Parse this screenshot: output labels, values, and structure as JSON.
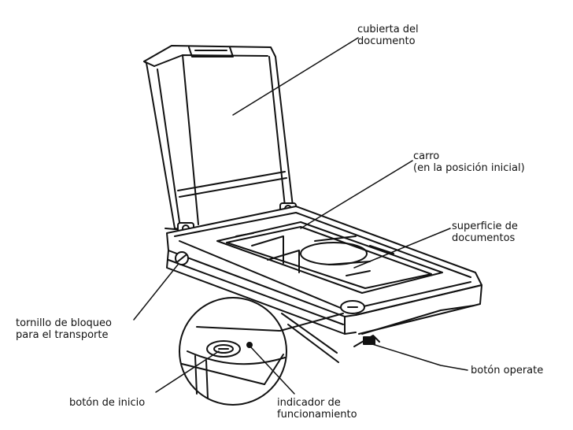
{
  "labels": {
    "document_cover": [
      "cubierta del",
      "documento"
    ],
    "carriage": [
      "carro",
      "(en la posición inicial)"
    ],
    "document_surface": [
      "superficie de",
      "documentos"
    ],
    "transport_lock_screw": [
      "tornillo de bloqueo",
      "para el transporte"
    ],
    "operate_button": "botón operate",
    "start_button": "botón de inicio",
    "operate_indicator": [
      "indicador de",
      "funcionamiento"
    ]
  }
}
